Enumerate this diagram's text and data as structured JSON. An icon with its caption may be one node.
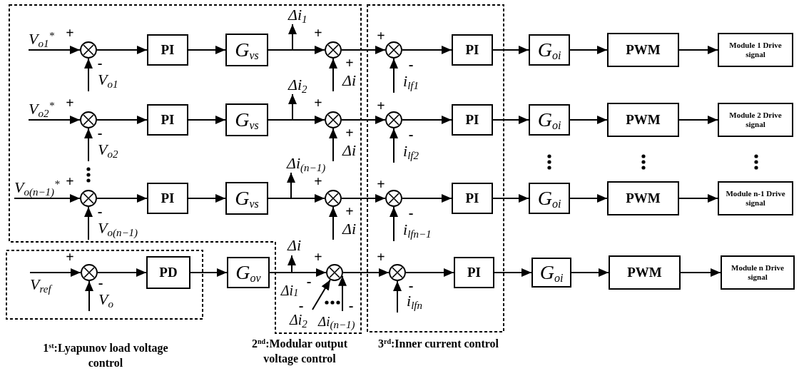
{
  "diagram": {
    "nodes": [
      {
        "text": [
          "2$^{nd}$:Modular output voltage control"
        ]
      },
      {
        "text": [
          "3$^{rd}$:Inner current control"
        ]
      },
      {
        "text": [
          "V$_{o1}$$^{*}$"
        ],
        "in": 0
      },
      {
        "text": [],
        "shape": "circle",
        "in": 0
      },
      {
        "text": [
          "V$_{o1}$"
        ],
        "in": 0
      },
      {
        "text": [
          "PI"
        ],
        "in": 0
      },
      {
        "text": [
          "G$_{vs}$"
        ],
        "in": 0
      },
      {
        "text": [
          "Δi$_{1}$"
        ],
        "in": 0
      },
      {
        "text": [],
        "shape": "circle",
        "in": 0
      },
      {
        "text": [
          "Δi"
        ],
        "in": 0
      },
      {
        "text": [],
        "shape": "circle",
        "in": 1
      },
      {
        "text": [
          "i$_{lf1}$"
        ],
        "in": 1
      },
      {
        "text": [
          "PI"
        ],
        "in": 1
      },
      {
        "text": [
          "G$_{oi}$"
        ]
      },
      {
        "text": [
          "PWM"
        ]
      },
      {
        "text": [
          "Module 1 Drive signal"
        ]
      },
      {
        "text": [
          "V$_{o2}$$^{*}$"
        ],
        "in": 0
      },
      {
        "text": [],
        "shape": "circle",
        "in": 0
      },
      {
        "text": [
          "V$_{o2}$"
        ],
        "in": 0
      },
      {
        "text": [
          "PI"
        ],
        "in": 0
      },
      {
        "text": [
          "G$_{vs}$"
        ],
        "in": 0
      },
      {
        "text": [
          "Δi$_{2}$"
        ],
        "in": 0
      },
      {
        "text": [],
        "shape": "circle",
        "in": 0
      },
      {
        "text": [
          "Δi"
        ],
        "in": 0
      },
      {
        "text": [],
        "shape": "circle",
        "in": 1
      },
      {
        "text": [
          "i$_{lf2}$"
        ],
        "in": 1
      },
      {
        "text": [
          "PI"
        ],
        "in": 1
      },
      {
        "text": [
          "G$_{oi}$"
        ]
      },
      {
        "text": [
          "PWM"
        ]
      },
      {
        "text": [
          "Module 2 Drive signal"
        ]
      },
      {
        "text": [
          "V$_{o(n−1)}$$^{*}$"
        ],
        "in": 0
      },
      {
        "text": [],
        "shape": "circle",
        "in": 0
      },
      {
        "text": [
          "V$_{o(n−1)}$"
        ],
        "in": 0
      },
      {
        "text": [
          "PI"
        ],
        "in": 0
      },
      {
        "text": [
          "G$_{vs}$"
        ],
        "in": 0
      },
      {
        "text": [
          "Δi$_{(n−1)}$"
        ],
        "in": 0
      },
      {
        "text": [],
        "shape": "circle",
        "in": 0
      },
      {
        "text": [
          "Δi"
        ],
        "in": 0
      },
      {
        "text": [],
        "shape": "circle",
        "in": 1
      },
      {
        "text": [
          "i$_{lfn−1}$"
        ],
        "in": 1
      },
      {
        "text": [
          "PI"
        ],
        "in": 1
      },
      {
        "text": [
          "G$_{oi}$"
        ]
      },
      {
        "text": [
          "PWM"
        ]
      },
      {
        "text": [
          "Module n-1 Drive signal"
        ]
      },
      {
        "text": [
          "1$^{st}$:Lyapunov load voltage control"
        ]
      },
      {
        "text": [
          "V$_{ref}$"
        ],
        "in": 44
      },
      {
        "text": [],
        "shape": "circle",
        "in": 44
      },
      {
        "text": [
          "V$_{o}$"
        ],
        "in": 44
      },
      {
        "text": [
          "PD"
        ],
        "in": 44
      },
      {
        "text": [
          "G$_{ov}$"
        ]
      },
      {
        "text": [
          "Δi"
        ],
        "in": 0
      },
      {
        "text": [],
        "shape": "circle",
        "in": 0
      },
      {
        "text": [
          "Δi$_{2}$"
        ],
        "in": 0
      },
      {
        "text": [
          "Δi$_{(n−1)}$"
        ],
        "in": 0
      },
      {
        "text": [],
        "shape": "circle",
        "in": 1
      },
      {
        "text": [
          "i$_{lfn}$"
        ],
        "in": 1
      },
      {
        "text": [
          "PI"
        ],
        "in": 1
      },
      {
        "text": [
          "G$_{oi}$"
        ]
      },
      {
        "text": [
          "PWM"
        ]
      },
      {
        "text": [
          "Module n Drive signal"
        ]
      }
    ],
    "edges": [
      {
        "from": 2,
        "to": 3,
        "arrow": "to"
      },
      {
        "from": 4,
        "to": 3,
        "arrow": "to"
      },
      {
        "from": 3,
        "to": 5,
        "arrow": "to"
      },
      {
        "from": 5,
        "to": 6,
        "arrow": "to"
      },
      {
        "from": 6,
        "to": 8,
        "arrow": "to"
      },
      {
        "from": 6,
        "to": 7,
        "arrow": "to"
      },
      {
        "from": 9,
        "to": 8,
        "arrow": "to"
      },
      {
        "from": 8,
        "to": 10,
        "arrow": "to"
      },
      {
        "from": 11,
        "to": 10,
        "arrow": "to"
      },
      {
        "from": 10,
        "to": 12,
        "arrow": "to"
      },
      {
        "from": 12,
        "to": 13,
        "arrow": "to"
      },
      {
        "from": 13,
        "to": 14,
        "arrow": "to"
      },
      {
        "from": 14,
        "to": 15,
        "arrow": "to"
      },
      {
        "from": 16,
        "to": 17,
        "arrow": "to"
      },
      {
        "from": 18,
        "to": 17,
        "arrow": "to"
      },
      {
        "from": 17,
        "to": 19,
        "arrow": "to"
      },
      {
        "from": 19,
        "to": 20,
        "arrow": "to"
      },
      {
        "from": 20,
        "to": 22,
        "arrow": "to"
      },
      {
        "from": 20,
        "to": 21,
        "arrow": "to"
      },
      {
        "from": 23,
        "to": 22,
        "arrow": "to"
      },
      {
        "from": 22,
        "to": 24,
        "arrow": "to"
      },
      {
        "from": 25,
        "to": 24,
        "arrow": "to"
      },
      {
        "from": 24,
        "to": 26,
        "arrow": "to"
      },
      {
        "from": 26,
        "to": 27,
        "arrow": "to"
      },
      {
        "from": 27,
        "to": 28,
        "arrow": "to"
      },
      {
        "from": 28,
        "to": 29,
        "arrow": "to"
      },
      {
        "from": 30,
        "to": 31,
        "arrow": "to"
      },
      {
        "from": 32,
        "to": 31,
        "arrow": "to"
      },
      {
        "from": 31,
        "to": 33,
        "arrow": "to"
      },
      {
        "from": 33,
        "to": 34,
        "arrow": "to"
      },
      {
        "from": 34,
        "to": 36,
        "arrow": "to"
      },
      {
        "from": 34,
        "to": 35,
        "arrow": "to"
      },
      {
        "from": 37,
        "to": 36,
        "arrow": "to"
      },
      {
        "from": 36,
        "to": 38,
        "arrow": "to"
      },
      {
        "from": 39,
        "to": 38,
        "arrow": "to"
      },
      {
        "from": 38,
        "to": 40,
        "arrow": "to"
      },
      {
        "from": 40,
        "to": 41,
        "arrow": "to"
      },
      {
        "from": 41,
        "to": 42,
        "arrow": "to"
      },
      {
        "from": 42,
        "to": 43,
        "arrow": "to"
      },
      {
        "from": 45,
        "to": 46,
        "arrow": "to"
      },
      {
        "from": 47,
        "to": 46,
        "arrow": "to"
      },
      {
        "from": 46,
        "to": 48,
        "arrow": "to"
      },
      {
        "from": 48,
        "to": 49,
        "arrow": "to"
      },
      {
        "from": 49,
        "to": 51,
        "arrow": "to"
      },
      {
        "from": 49,
        "to": 50,
        "arrow": "to"
      },
      {
        "from": 52,
        "to": 51,
        "arrow": "to"
      },
      {
        "from": 53,
        "to": 51,
        "arrow": "to"
      },
      {
        "from": 51,
        "to": 54,
        "arrow": "to"
      },
      {
        "from": 55,
        "to": 54,
        "arrow": "to"
      },
      {
        "from": 54,
        "to": 56,
        "arrow": "to"
      },
      {
        "from": 56,
        "to": 57,
        "arrow": "to"
      },
      {
        "from": 57,
        "to": 58,
        "arrow": "to"
      },
      {
        "from": 58,
        "to": 59,
        "arrow": "to"
      }
    ],
    "labels": [
      "+",
      "-",
      "+",
      "+",
      "+",
      "-",
      "+",
      "-",
      "+",
      "+",
      "+",
      "-",
      "+",
      "-",
      "+",
      "+",
      "+",
      "-",
      "+",
      "-",
      "+",
      "Δi$_{1}$",
      "-",
      "-",
      "-",
      "+",
      "-"
    ]
  }
}
